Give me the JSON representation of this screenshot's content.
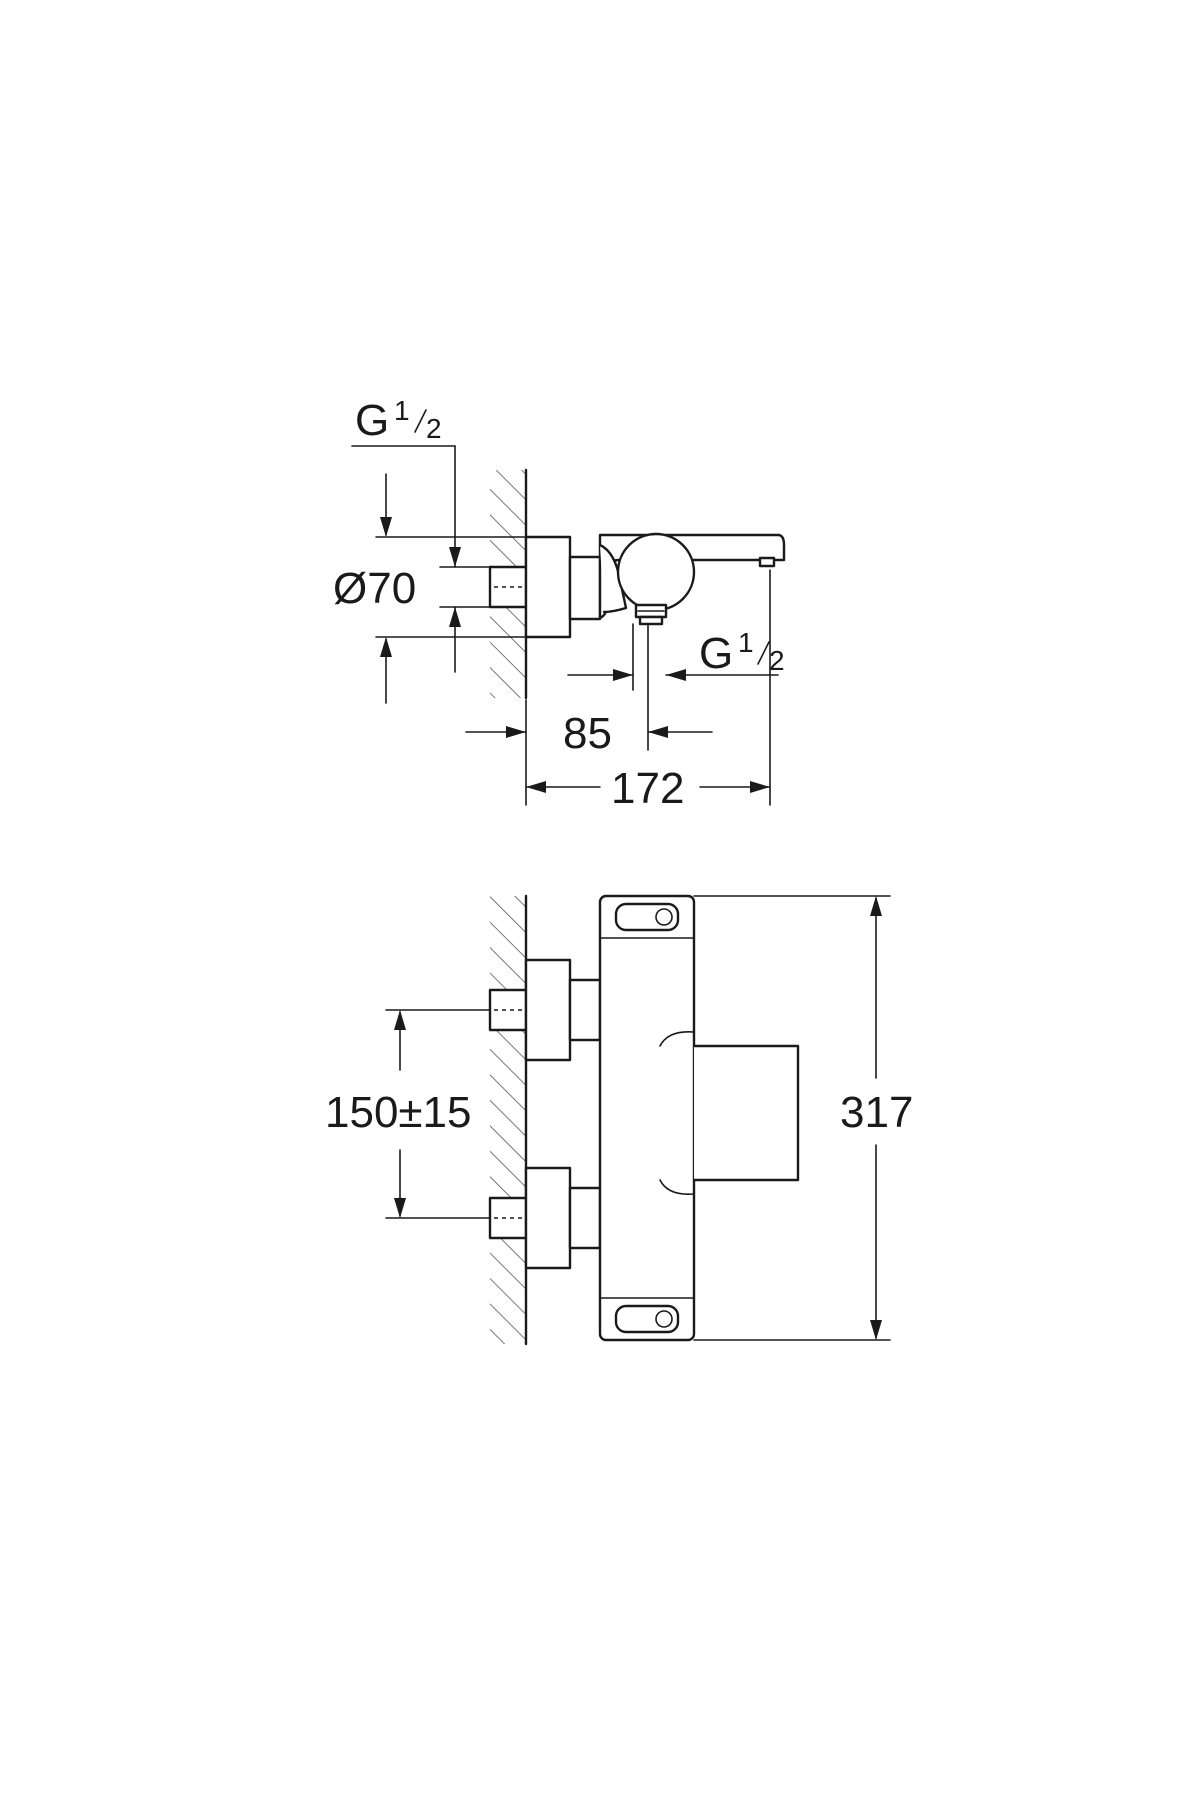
{
  "side_view": {
    "inlet_thread": {
      "prefix": "G",
      "numerator": "1",
      "denominator": "2"
    },
    "outlet_thread": {
      "prefix": "G",
      "numerator": "1",
      "denominator": "2"
    },
    "diameter_label": "Ø70",
    "depth_label": "85",
    "length_label": "172"
  },
  "front_view": {
    "spacing_label": "150±15",
    "height_label": "317"
  }
}
